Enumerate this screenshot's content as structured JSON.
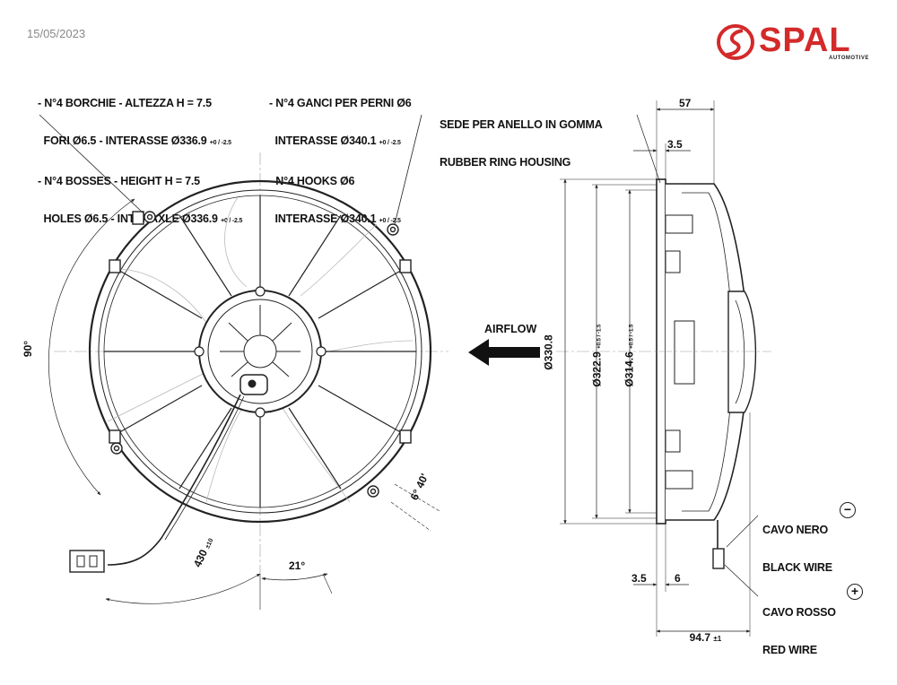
{
  "header": {
    "date": "15/05/2023",
    "brand": "SPAL",
    "brand_sub": "AUTOMOTIVE",
    "brand_color": "#d32a2a"
  },
  "notes": {
    "bosses_it_1": "- N°4 BORCHIE - ALTEZZA H = 7.5",
    "bosses_it_2": "  FORI Ø6.5 - INTERASSE Ø336.9",
    "bosses_en_1": "- N°4 BOSSES - HEIGHT H = 7.5",
    "bosses_en_2": "  HOLES Ø6.5 - INTERAXLE Ø336.9",
    "bosses_tol": "+0 / -2.5",
    "hooks_it_1": "- N°4 GANCI PER PERNI Ø6",
    "hooks_it_2": "  INTERASSE Ø340.1",
    "hooks_en_1": "- N°4 HOOKS Ø6",
    "hooks_en_2": "  INTERASSE Ø340.1",
    "hooks_tol": "+0 / -2.5",
    "ring_it": "SEDE PER ANELLO IN GOMMA",
    "ring_en": "RUBBER RING HOUSING"
  },
  "front_view": {
    "angle_90": "90°",
    "angle_21": "21°",
    "angle_6_40": "6° 40'",
    "cable_length": "430",
    "cable_tol": "±10"
  },
  "side_view": {
    "airflow": "AIRFLOW",
    "dim_57": "57",
    "dim_3_5_top": "3.5",
    "dia_330_8": "Ø330.8",
    "dia_322_9": "Ø322.9",
    "dia_322_9_tol": "+0.5 / -1.5",
    "dia_314_6": "Ø314.6",
    "dia_314_6_tol": "+0.5 / -1.5",
    "dim_3_5_bottom": "3.5",
    "dim_6": "6",
    "dim_94_7": "94.7",
    "dim_94_7_tol": "±1"
  },
  "wires": {
    "black_it": "CAVO NERO",
    "black_en": "BLACK WIRE",
    "black_sign": "−",
    "red_it": "CAVO ROSSO",
    "red_en": "RED WIRE",
    "red_sign": "+"
  }
}
